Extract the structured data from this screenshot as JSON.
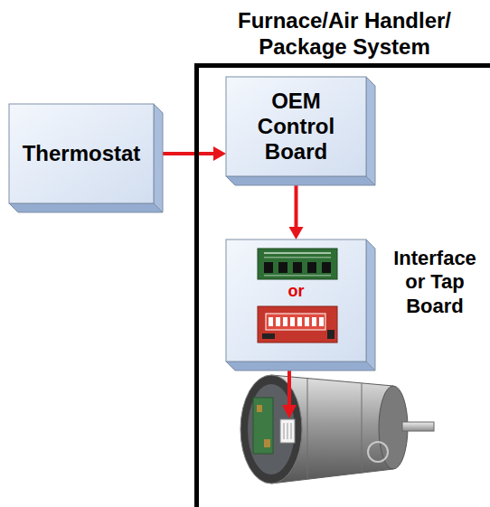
{
  "diagram": {
    "nodes": [
      {
        "text": [
          "Furnace/Air Handler/ Package System"
        ]
      },
      {
        "text": [
          "Thermostat"
        ]
      },
      {
        "text": [
          "OEM Control Board"
        ],
        "in": 0
      },
      {
        "text": [
          "Interface or Tap Board",
          "or"
        ],
        "in": 0
      }
    ],
    "edges": [
      {
        "from": 1,
        "to": 2,
        "arrow": "to"
      },
      {
        "from": 2,
        "to": 3,
        "arrow": "to"
      }
    ]
  }
}
